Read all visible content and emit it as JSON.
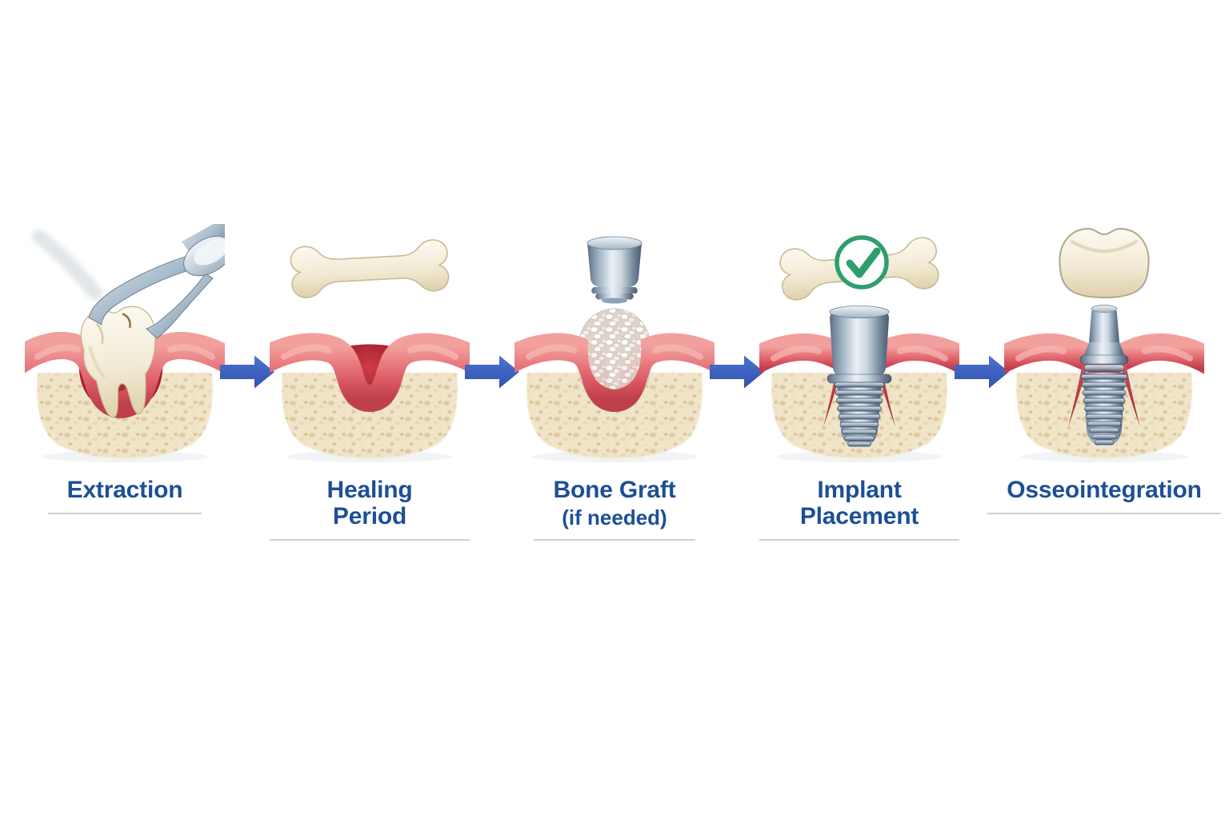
{
  "figure": {
    "type": "process-diagram",
    "subject": "Dental implant treatment steps"
  },
  "stages": [
    {
      "label": "Extraction",
      "sublabel": "",
      "icon": "forceps-extracting-tooth"
    },
    {
      "label": "Healing Period",
      "sublabel": "",
      "icon": "bone-icon"
    },
    {
      "label": "Bone Graft",
      "sublabel": "(if needed)",
      "icon": "healing-cap-icon"
    },
    {
      "label": "Implant Placement",
      "sublabel": "",
      "icon": "bone-with-checkmark-icon"
    },
    {
      "label": "Osseointegration",
      "sublabel": "",
      "icon": "crown-icon"
    }
  ],
  "colors": {
    "label_text": "#1d4f94",
    "arrow": "#3b62c4",
    "underline": "#c9d2da",
    "gum_pink": "#e97e82",
    "socket_red": "#b02835",
    "bone_beige": "#f1e5c9",
    "implant_steel": "#9db0c1",
    "check_green": "#2f9e6d"
  }
}
